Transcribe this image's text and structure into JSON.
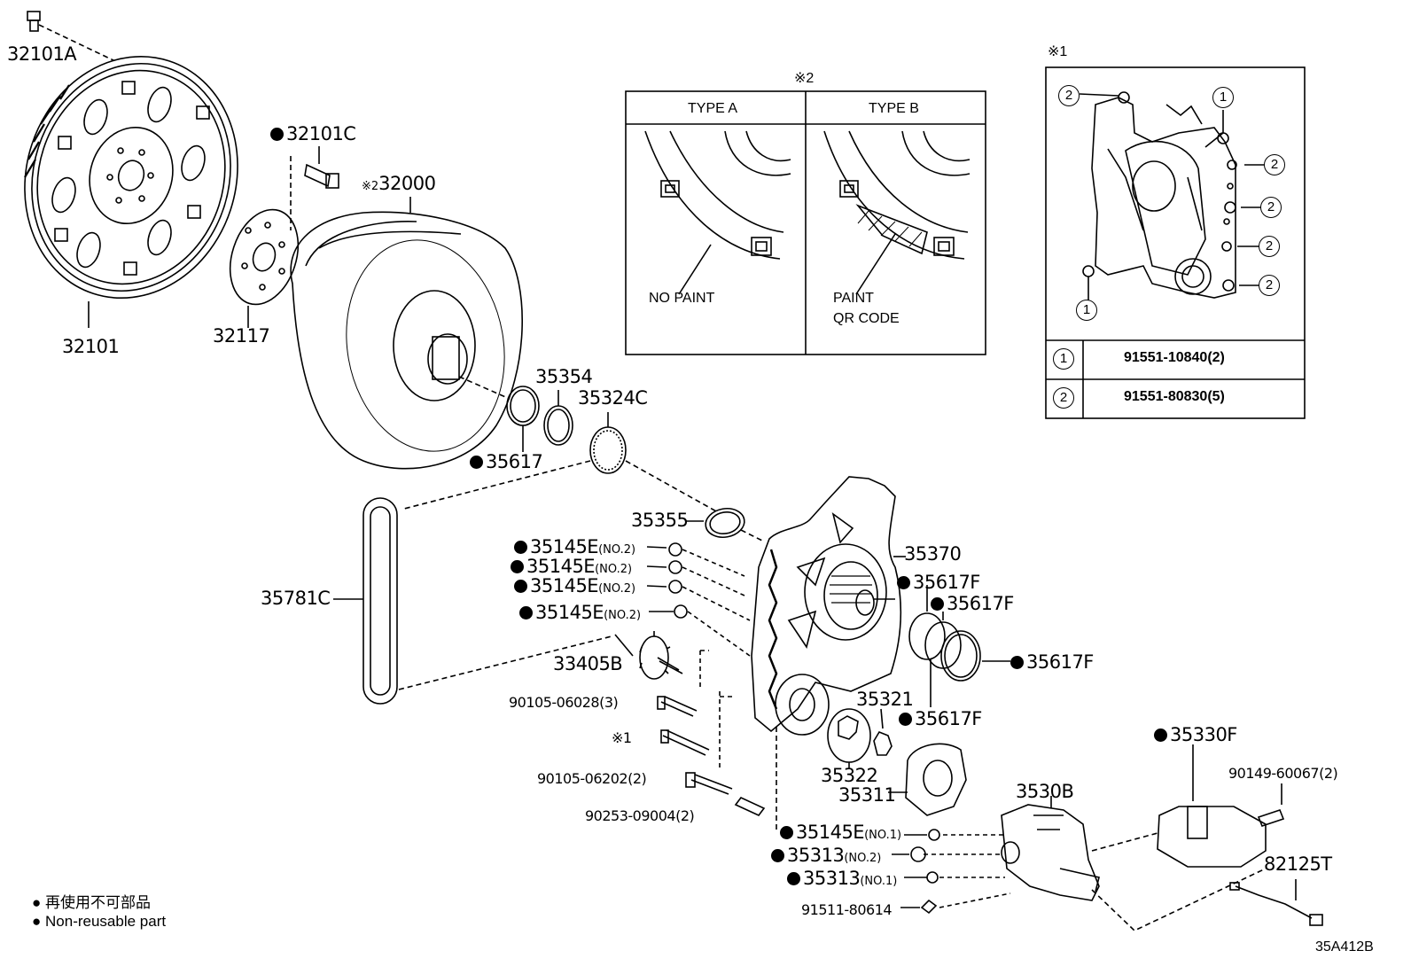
{
  "diagram_code": "35A412B",
  "legend": {
    "dot": "●",
    "line_ja": "再使用不可部品",
    "line_en": "Non-reusable part"
  },
  "type_box": {
    "ref": "※2",
    "type_a": "TYPE A",
    "type_b": "TYPE B",
    "type_a_caption": "NO PAINT",
    "type_b_caption_1": "PAINT",
    "type_b_caption_2": "QR CODE"
  },
  "detail_box": {
    "ref": "※1",
    "rows": [
      {
        "marker": "1",
        "part": "91551-10840(2)"
      },
      {
        "marker": "2",
        "part": "91551-80830(5)"
      }
    ]
  },
  "parts": {
    "p32101A": "32101A",
    "p32101C": "32101C",
    "p32000": "32000",
    "p32000_ref": "※2",
    "p32101": "32101",
    "p32117": "32117",
    "p35354": "35354",
    "p35324C": "35324C",
    "p35617": "35617",
    "p35355": "35355",
    "p35370": "35370",
    "p35145E": "35145E",
    "no2": "(NO.2)",
    "no1": "(NO.1)",
    "p35781C": "35781C",
    "p33405B": "33405B",
    "p35617F": "35617F",
    "p35321": "35321",
    "p35322": "35322",
    "p35311": "35311",
    "p3530B": "3530B",
    "p35330F": "35330F",
    "p35313": "35313",
    "p82125T": "82125T",
    "b90105_06028": "90105-06028(3)",
    "ref1": "※1",
    "b90105_06202": "90105-06202(2)",
    "b90253_09004": "90253-09004(2)",
    "b90149_60067": "90149-60067(2)",
    "b91511_80614": "91511-80614"
  }
}
